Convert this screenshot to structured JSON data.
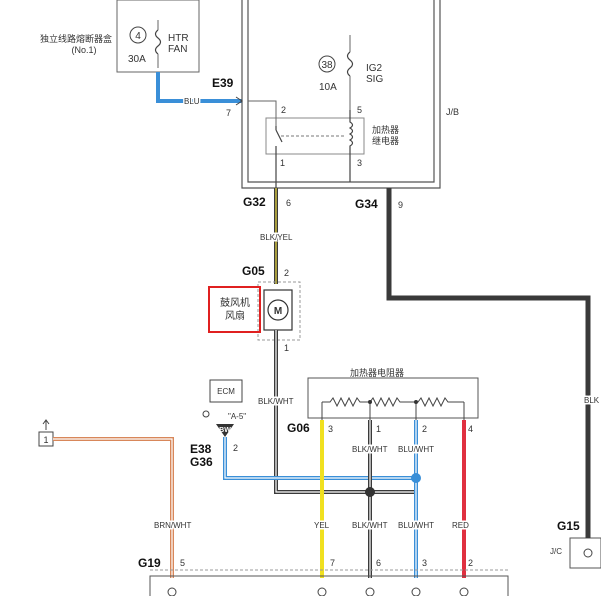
{
  "fuse_box": {
    "label_line1": "独立线路熔断器盒",
    "label_line2": "(No.1)",
    "fuse_number": "4",
    "fuse_name_line1": "HTR",
    "fuse_name_line2": "FAN",
    "fuse_rating": "30A"
  },
  "jb": {
    "label": "J/B",
    "fuse_number": "38",
    "fuse_name_line1": "IG2",
    "fuse_name_line2": "SIG",
    "fuse_rating": "10A",
    "relay_label_line1": "加热器",
    "relay_label_line2": "继电器",
    "relay_pins": {
      "p2": "2",
      "p1": "1",
      "p5": "5",
      "p3": "3"
    }
  },
  "connectors": {
    "e39": {
      "name": "E39",
      "pin": "7",
      "wire": "BLU"
    },
    "g32": {
      "name": "G32",
      "pin": "6",
      "wire": "BLK/YEL"
    },
    "g34": {
      "name": "G34",
      "pin": "9",
      "wire": "BLK"
    },
    "g05": {
      "name": "G05",
      "pin_top": "2",
      "pin_bottom": "1",
      "wire_bottom": "BLK/WHT"
    },
    "g06": {
      "name": "G06",
      "pins": [
        "3",
        "1",
        "2",
        "4"
      ]
    },
    "e38_g36": {
      "name1": "E38",
      "name2": "G36",
      "pin": "2"
    },
    "g19": {
      "name": "G19",
      "pins": [
        "5",
        "7",
        "6",
        "3",
        "2"
      ]
    },
    "g15": {
      "name": "G15",
      "label": "J/C"
    },
    "left_conn": {
      "pin": "1"
    }
  },
  "motor": {
    "label_line1": "鼓风机",
    "label_line2": "风扇",
    "symbol": "M"
  },
  "resistor": {
    "label": "加热器电阻器"
  },
  "ecm": {
    "label": "ECM",
    "ref": "\"A-5\"",
    "badge": "BW"
  },
  "wires": {
    "g06_pin3": "YEL",
    "g06_pin1": "BLK/WHT",
    "g06_pin2": "BLU/WHT",
    "g06_pin4": "RED",
    "left": "BRN/WHT"
  },
  "colors": {
    "blu": "#3a8fd8",
    "yel": "#f0e020",
    "red": "#e03040",
    "brn": "#d8875a",
    "blk": "#3a3a3a",
    "highlight": "#e02020"
  }
}
